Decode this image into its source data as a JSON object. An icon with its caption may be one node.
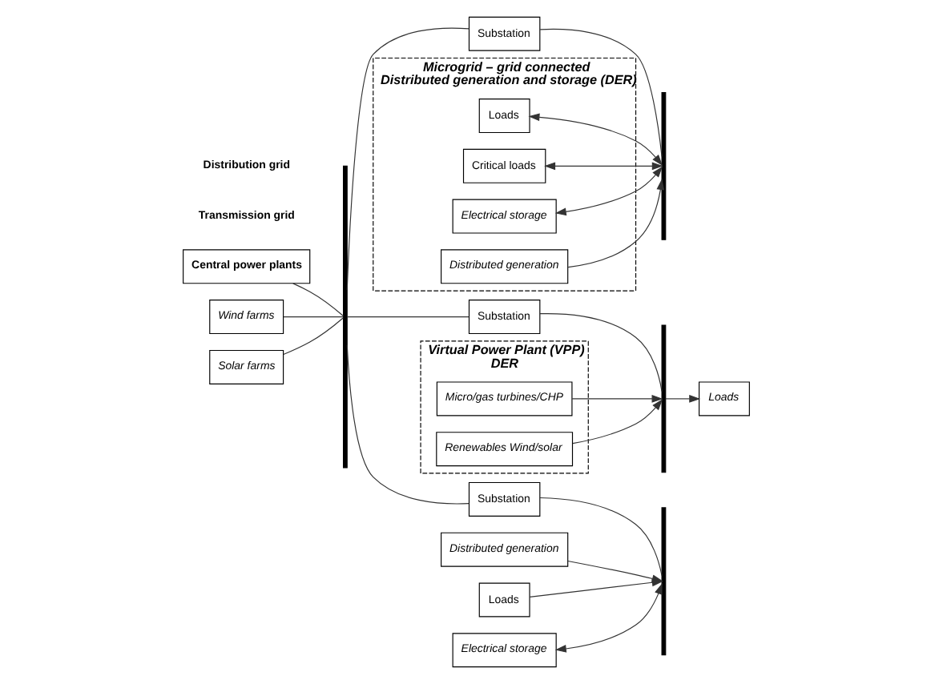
{
  "diagram": {
    "nodes": [
      {
        "text": [
          "Central power plants"
        ]
      },
      {
        "text": [],
        "shape": "bar"
      },
      {
        "text": [
          "Wind farms"
        ]
      },
      {
        "text": [
          "Solar farms"
        ]
      },
      {
        "text": [
          "Substation"
        ]
      },
      {
        "text": [
          "Substation"
        ]
      },
      {
        "text": [
          "Substation"
        ]
      },
      {
        "text": [],
        "shape": "bar"
      },
      {
        "text": [],
        "shape": "bar"
      },
      {
        "text": [],
        "shape": "bar"
      },
      {
        "text": [
          "Microgrid – grid connected",
          "Distributed generation and storage (DER)"
        ]
      },
      {
        "text": [
          "Loads"
        ],
        "in": 10
      },
      {
        "text": [
          "Critical loads"
        ],
        "in": 10
      },
      {
        "text": [
          "Electrical storage"
        ],
        "in": 10
      },
      {
        "text": [
          "Distributed generation"
        ],
        "in": 10
      },
      {
        "text": [
          "Virtual Power Plant (VPP)",
          "DER"
        ]
      },
      {
        "text": [
          "Loads"
        ]
      },
      {
        "text": [
          "Micro/gas turbines/CHP"
        ],
        "in": 15
      },
      {
        "text": [
          "Renewables Wind/solar"
        ],
        "in": 15
      },
      {
        "text": [
          "Distributed generation"
        ]
      },
      {
        "text": [
          "Loads"
        ]
      },
      {
        "text": [
          "Electrical storage"
        ]
      }
    ],
    "edges": [
      {
        "from": 0,
        "to": 1,
        "arrow": "none"
      },
      {
        "from": 2,
        "to": 1,
        "arrow": "none"
      },
      {
        "from": 3,
        "to": 1,
        "arrow": "none"
      },
      {
        "from": 1,
        "to": 4,
        "arrow": "none"
      },
      {
        "from": 1,
        "to": 5,
        "arrow": "none"
      },
      {
        "from": 1,
        "to": 6,
        "arrow": "none"
      },
      {
        "from": 4,
        "to": 7,
        "arrow": "none"
      },
      {
        "from": 5,
        "to": 8,
        "arrow": "none"
      },
      {
        "from": 6,
        "to": 9,
        "arrow": "none"
      },
      {
        "from": 11,
        "to": 7,
        "arrow": "both"
      },
      {
        "from": 12,
        "to": 7,
        "arrow": "both"
      },
      {
        "from": 13,
        "to": 7,
        "arrow": "both"
      },
      {
        "from": 14,
        "to": 7,
        "arrow": "to"
      },
      {
        "from": 8,
        "to": 16,
        "arrow": "to"
      },
      {
        "from": 17,
        "to": 8,
        "arrow": "to"
      },
      {
        "from": 18,
        "to": 8,
        "arrow": "to"
      },
      {
        "from": 19,
        "to": 9,
        "arrow": "to"
      },
      {
        "from": 20,
        "to": 9,
        "arrow": "to"
      },
      {
        "from": 21,
        "to": 9,
        "arrow": "both"
      }
    ],
    "labels": [
      "Transmission grid",
      "Distribution grid"
    ]
  }
}
